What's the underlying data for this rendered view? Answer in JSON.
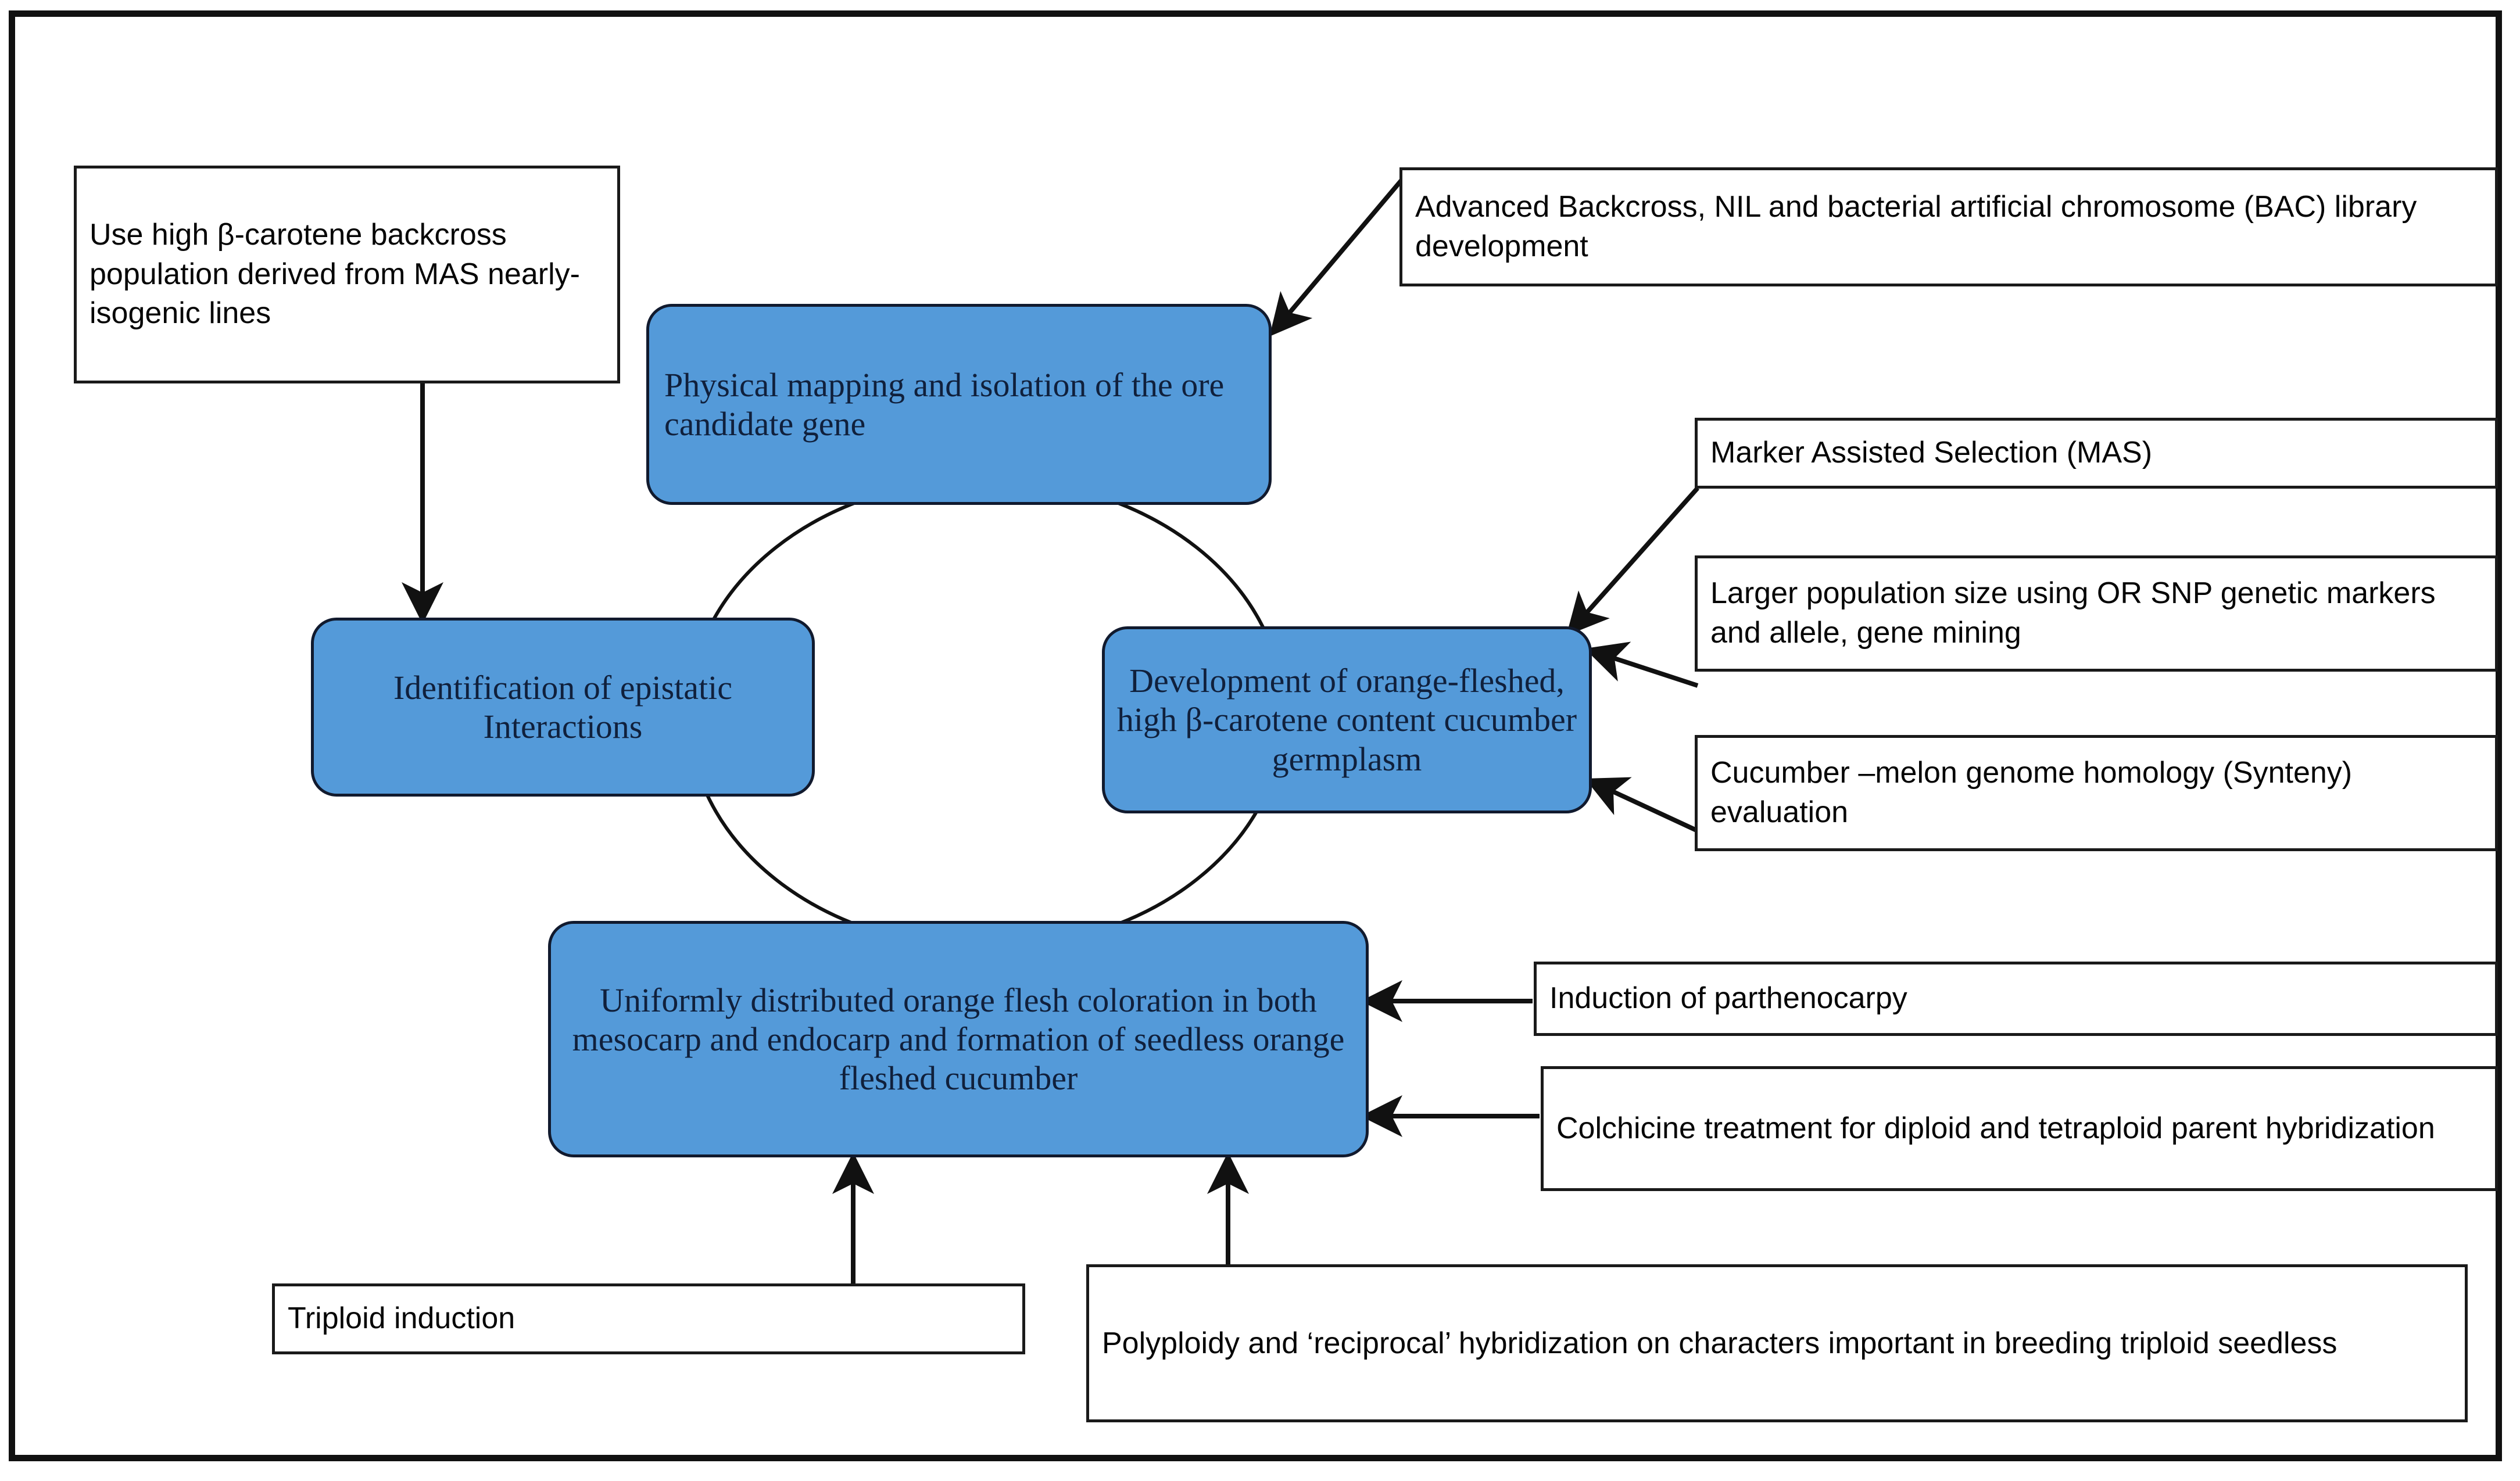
{
  "diagram": {
    "title": "Cucumber orange-flesh beta-carotene breeding strategy flow diagram",
    "type": "flow-cycle-diagram",
    "colors": {
      "node_fill_blue": "#549AD9",
      "node_border_blue": "#111a2e",
      "box_fill_white": "#ffffff",
      "box_border": "#1a1a1a",
      "connector": "#111111",
      "frame": "#111111",
      "background": "#ffffff"
    },
    "core_nodes": [
      {
        "id": "physical-mapping",
        "label": "Physical mapping and isolation of the ore candidate gene",
        "style": "blue-rounded",
        "position": "top-center"
      },
      {
        "id": "epistatic-interactions",
        "label": "Identification of epistatic Interactions",
        "style": "blue-rounded",
        "position": "middle-left"
      },
      {
        "id": "orange-germplasm",
        "label": "Development  of orange-fleshed, high β-carotene content  cucumber germplasm",
        "style": "blue-rounded",
        "position": "middle-right"
      },
      {
        "id": "uniform-orange-flesh",
        "label": "Uniformly distributed orange flesh coloration in both mesocarp and endocarp and formation of seedless orange fleshed cucumber",
        "style": "blue-rounded",
        "position": "bottom-center"
      }
    ],
    "input_boxes": [
      {
        "id": "high-beta-carotene-backcross",
        "label": "Use high β-carotene backcross population derived from MAS nearly-isogenic lines",
        "style": "white-rect",
        "position": "top-left",
        "connects_to": "epistatic-interactions",
        "connector": "arrow-down"
      },
      {
        "id": "advanced-backcross-bac",
        "label": "Advanced  Backcross, NIL and bacterial artificial chromosome (BAC) library development",
        "style": "white-rect",
        "position": "top-right",
        "connects_to": "physical-mapping",
        "connector": "arrow-diagonal-down-left"
      },
      {
        "id": "marker-assisted-selection",
        "label": "Marker Assisted Selection (MAS)",
        "style": "white-rect",
        "position": "right-upper",
        "connects_to": "orange-germplasm",
        "connector": "arrow-diagonal-down-left"
      },
      {
        "id": "larger-population-snp",
        "label": "Larger population  size using OR SNP  genetic markers and allele, gene mining",
        "style": "white-rect",
        "position": "right-middle",
        "connects_to": "orange-germplasm",
        "connector": "arrow-diagonal-left"
      },
      {
        "id": "cucumber-melon-synteny",
        "label": "Cucumber –melon genome homology (Synteny) evaluation",
        "style": "white-rect",
        "position": "right-lower",
        "connects_to": "orange-germplasm",
        "connector": "arrow-diagonal-up-left"
      },
      {
        "id": "induction-parthenocarpy",
        "label": "Induction of parthenocarpy",
        "style": "white-rect",
        "position": "bottom-right-upper",
        "connects_to": "uniform-orange-flesh",
        "connector": "arrow-left"
      },
      {
        "id": "colchicine-treatment",
        "label": "Colchicine  treatment for  diploid and tetraploid parent hybridization",
        "style": "white-rect",
        "position": "bottom-right-lower",
        "connects_to": "uniform-orange-flesh",
        "connector": "arrow-left"
      },
      {
        "id": "triploid-induction",
        "label": "Triploid induction",
        "style": "white-rect",
        "position": "bottom-left",
        "connects_to": "uniform-orange-flesh",
        "connector": "arrow-up"
      },
      {
        "id": "polyploidy-reciprocal",
        "label": "Polyploidy and ‘reciprocal’ hybridization on characters important in breeding triploid seedless",
        "style": "white-rect",
        "position": "bottom-center-right",
        "connects_to": "uniform-orange-flesh",
        "connector": "arrow-up"
      }
    ],
    "cycle": {
      "shape": "ellipse",
      "description": "Large ellipse connecting the four blue nodes in a cycle"
    }
  }
}
